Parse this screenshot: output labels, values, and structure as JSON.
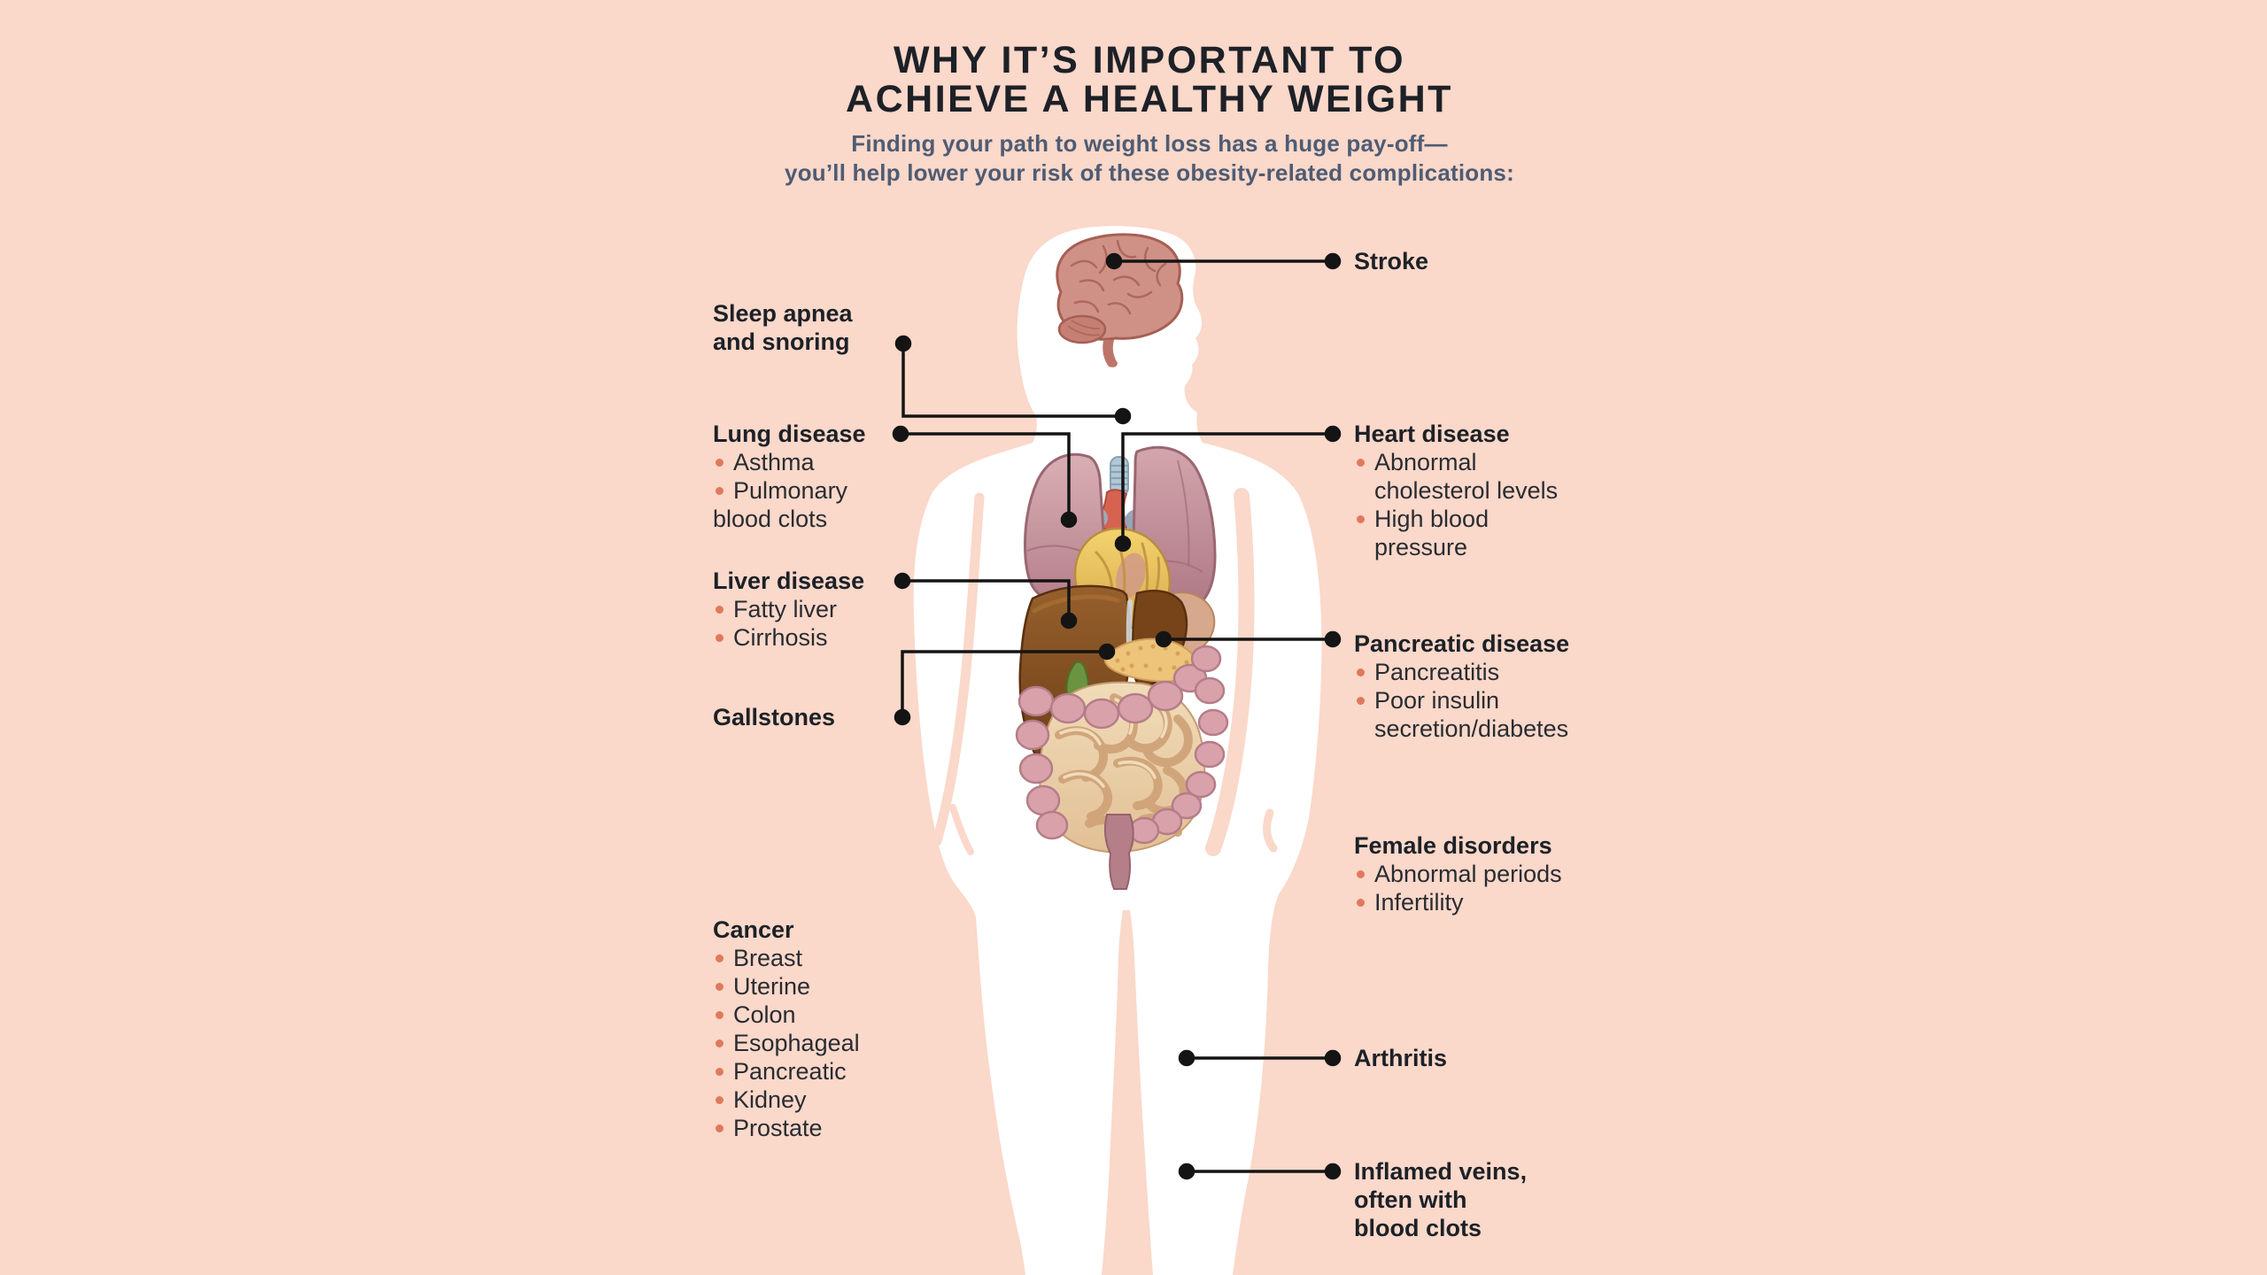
{
  "colors": {
    "background": "#fad8ca",
    "silhouette": "#ffffff",
    "title_text": "#1d2127",
    "subtitle_text": "#4e5c74",
    "heading_text": "#1d2127",
    "item_text": "#292c31",
    "bullet_accent": "#e0795c",
    "connector": "#141414"
  },
  "header": {
    "title": "WHY IT’S IMPORTANT TO\nACHIEVE A HEALTHY WEIGHT",
    "subtitle": "Finding your path to weight loss has a huge pay-off—\nyou’ll help lower your risk of these obesity-related complications:"
  },
  "labels": {
    "stroke": {
      "heading": "Stroke"
    },
    "sleep_apnea": {
      "heading": "Sleep apnea\nand snoring"
    },
    "lung_disease": {
      "heading": "Lung disease",
      "items": [
        "Asthma",
        "Pulmonary"
      ],
      "continuation": "blood clots"
    },
    "heart_disease": {
      "heading": "Heart disease",
      "items": [
        "Abnormal\ncholesterol levels",
        "High blood\npressure"
      ]
    },
    "liver_disease": {
      "heading": "Liver disease",
      "items": [
        "Fatty liver",
        "Cirrhosis"
      ]
    },
    "pancreatic_disease": {
      "heading": "Pancreatic disease",
      "items": [
        "Pancreatitis",
        "Poor insulin\nsecretion/diabetes"
      ]
    },
    "gallstones": {
      "heading": "Gallstones"
    },
    "female_disorders": {
      "heading": "Female disorders",
      "items": [
        "Abnormal periods",
        "Infertility"
      ]
    },
    "cancer": {
      "heading": "Cancer",
      "items": [
        "Breast",
        "Uterine",
        "Colon",
        "Esophageal",
        "Pancreatic",
        "Kidney",
        "Prostate"
      ]
    },
    "arthritis": {
      "heading": "Arthritis"
    },
    "inflamed_veins": {
      "heading": "Inflamed veins,\noften with\nblood clots"
    }
  },
  "icons": {
    "organs": [
      "brain",
      "trachea",
      "lungs",
      "heart",
      "liver",
      "stomach",
      "pancreas",
      "gallbladder",
      "small-intestine",
      "colon",
      "rectum"
    ]
  }
}
